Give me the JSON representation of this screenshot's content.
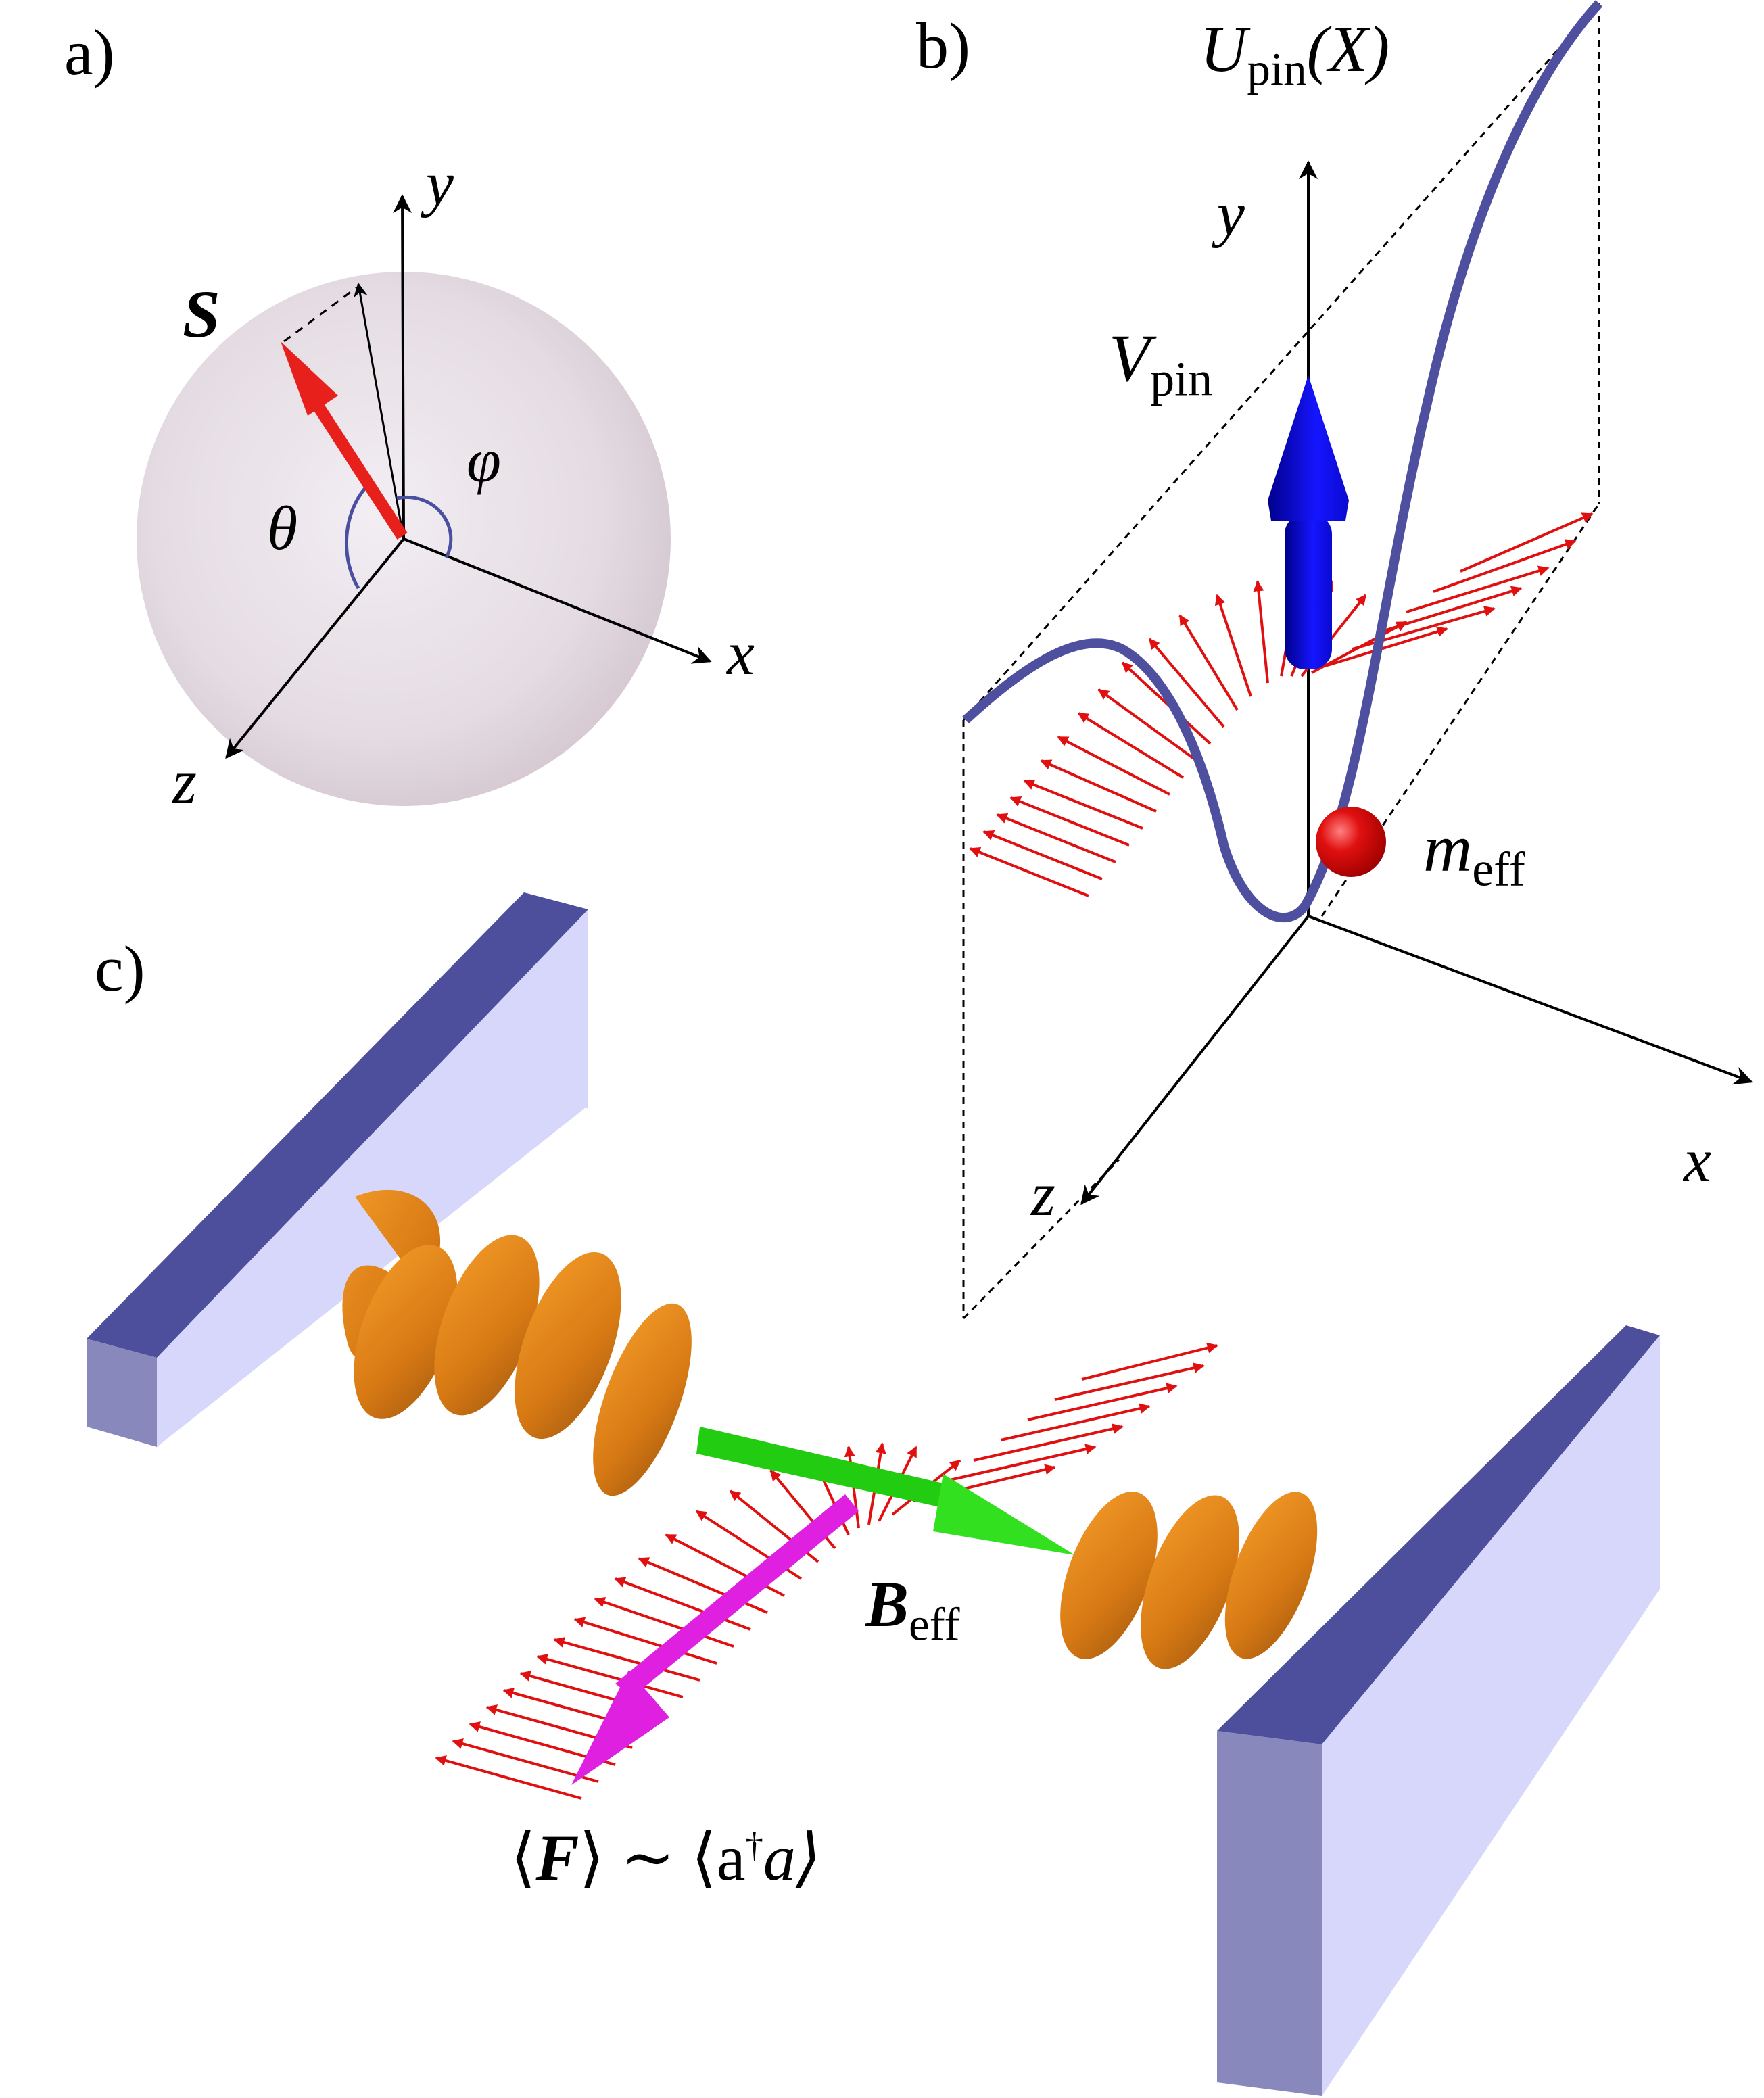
{
  "panels": {
    "a": {
      "label": "a)",
      "axes": {
        "x": "x",
        "y": "y",
        "z": "z"
      },
      "spin_label": "S",
      "theta_label": "θ",
      "phi_label": "φ"
    },
    "b": {
      "label": "b)",
      "potential_label": "U",
      "potential_sub": "pin",
      "potential_arg": "(X)",
      "pinning_label": "V",
      "pinning_sub": "pin",
      "mass_label": "m",
      "mass_sub": "eff",
      "axes": {
        "x": "x",
        "y": "y",
        "z": "z"
      }
    },
    "c": {
      "label": "c)",
      "field_label": "B",
      "field_sub": "eff",
      "force_label_left": "⟨",
      "force_symbol": "F",
      "force_label_right": "⟩ ∼ ⟨a",
      "force_dagger": "†",
      "force_tail": "a⟩"
    }
  },
  "colors": {
    "sphere": "#e6dde3",
    "spin_arrow": "#e8201c",
    "angle_arc": "#4a4fa0",
    "potential_curve": "#4e4f9e",
    "pinning_arrow": "#1010e0",
    "spin_texture": "#e01010",
    "mass_ball": "#d81010",
    "mirror_top": "#4d4f9d",
    "mirror_face": "#d6d7fb",
    "mirror_side": "#8888bd",
    "light_helix": "#e07e18",
    "field_arrow": "#22cc11",
    "force_arrow": "#e020e0"
  }
}
